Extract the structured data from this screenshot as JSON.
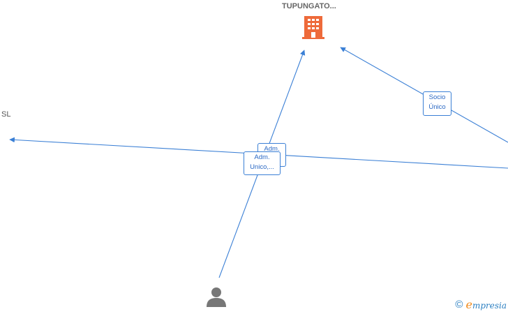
{
  "nodes": {
    "company_main": {
      "label": "TUPUNGATO...",
      "icon": "building-icon",
      "color": "#ee6a3a"
    },
    "company_side": {
      "label": "SL"
    },
    "person": {
      "label": "",
      "icon": "person-icon",
      "color": "#777777"
    }
  },
  "edge_labels": {
    "socio_unico": {
      "line1": "Socio",
      "line2": "Único"
    },
    "adm_back": {
      "line1": "Adm."
    },
    "adm_unico": {
      "line1": "Adm.",
      "line2": "Unico,..."
    }
  },
  "colors": {
    "edge": "#3a7fd5"
  },
  "watermark": {
    "symbol": "©",
    "brand_initial": "e",
    "brand_rest": "mpresia"
  }
}
